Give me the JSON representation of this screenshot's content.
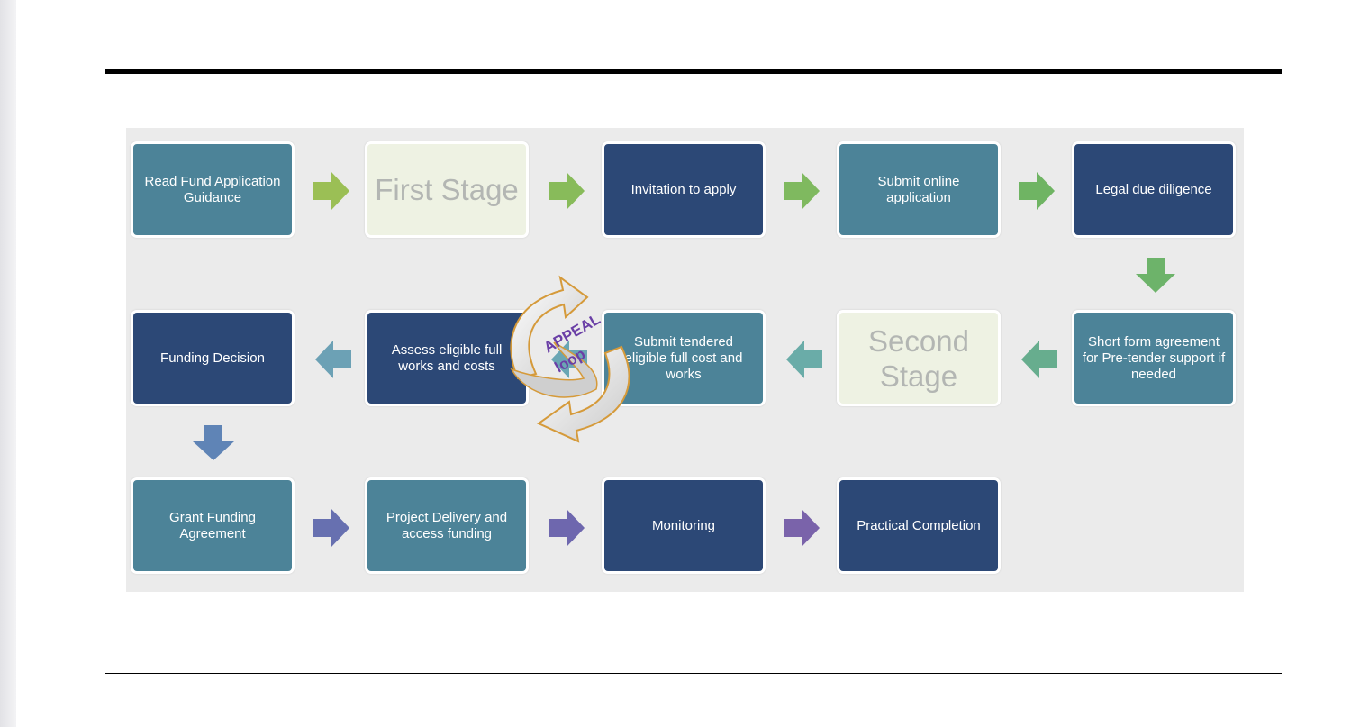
{
  "steps": {
    "read_guidance": "Read Fund Application Guidance",
    "first_stage": "First Stage",
    "invitation": "Invitation to apply",
    "submit_online": "Submit online application",
    "legal": "Legal due diligence",
    "short_form": "Short form agreement for Pre-tender support if needed",
    "second_stage": "Second Stage",
    "submit_tendered": "Submit tendered eligible full cost and works",
    "assess": "Assess eligible full works and costs",
    "funding_decision": "Funding Decision",
    "grant_agreement": "Grant Funding Agreement",
    "project_delivery": "Project Delivery and access funding",
    "monitoring": "Monitoring",
    "practical_completion": "Practical Completion"
  },
  "appeal": {
    "line1": "APPEAL",
    "line2": "loop"
  },
  "colors": {
    "teal": "#4c8398",
    "navy": "#2c4876",
    "stage": "#eef2e3",
    "arrow_green": "#8fba5c",
    "arrow_teal": "#6da5b0",
    "arrow_slate": "#5f82b4",
    "arrow_purple": "#6e67ae",
    "appeal_text": "#6a3fa6"
  }
}
